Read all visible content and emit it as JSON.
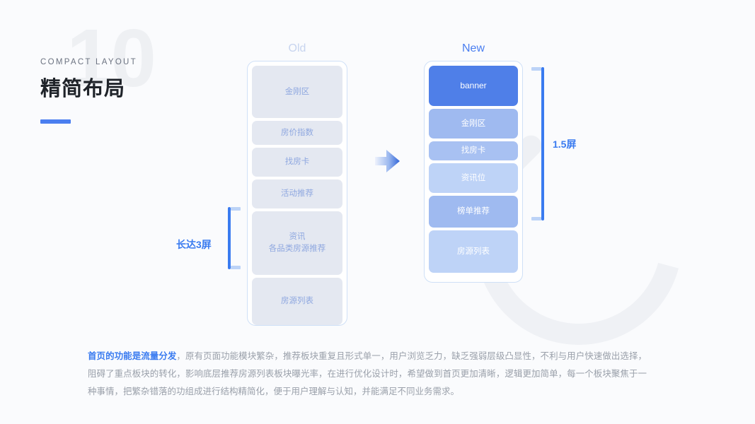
{
  "heading": {
    "watermark_number": "10",
    "kicker": "COMPACT LAYOUT",
    "title": "精简布局",
    "accent_color": "#4a7ef0"
  },
  "columns": {
    "old": {
      "title": "Old",
      "title_color": "#c7d4ef",
      "cards": [
        {
          "label": "金刚区",
          "height": 74
        },
        {
          "label": "房价指数",
          "height": 34
        },
        {
          "label": "找房卡",
          "height": 41
        },
        {
          "label": "活动推荐",
          "height": 41
        },
        {
          "label": "资讯\n各品类房源推荐",
          "height": 90
        },
        {
          "label": "房源列表",
          "height": 67
        }
      ],
      "measure": "长达3屏"
    },
    "new": {
      "title": "New",
      "title_color": "#4a7ef0",
      "cards": [
        {
          "label": "banner",
          "height": 57,
          "color": "#4f7fe8"
        },
        {
          "label": "金刚区",
          "height": 42,
          "color": "#9fbaf0"
        },
        {
          "label": "找房卡",
          "height": 27,
          "color": "#a8c1f2"
        },
        {
          "label": "资讯位",
          "height": 42,
          "color": "#bed3f7"
        },
        {
          "label": "榜单推荐",
          "height": 45,
          "color": "#9fbaf0"
        },
        {
          "label": "房源列表",
          "height": 60,
          "color": "#bed3f7"
        }
      ],
      "measure": "1.5屏"
    }
  },
  "arrow": {
    "name": "right-arrow",
    "gradient_from": "#e8eefb",
    "gradient_to": "#3a6fe0"
  },
  "caption": {
    "highlight": "首页的功能是流量分发",
    "body": "，原有页面功能模块繁杂，推荐板块重复且形式单一，用户浏览乏力，缺乏强弱层级凸显性，不利与用户快速做出选择，阻碍了重点板块的转化，影响底层推荐房源列表板块曝光率，在进行优化设计时，希望做到首页更加清晰，逻辑更加简单，每一个板块聚焦于一种事情，把繁杂错落的功组成进行结构精简化，便于用户理解与认知，并能满足不同业务需求。"
  }
}
